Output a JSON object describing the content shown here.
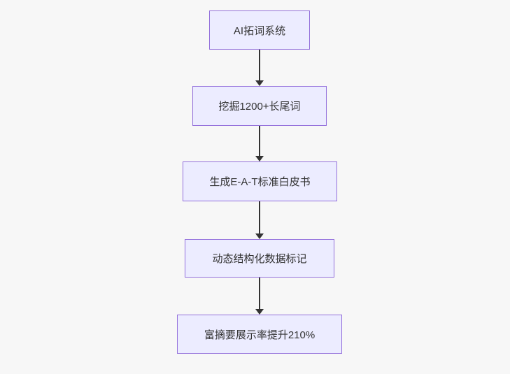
{
  "page": {
    "background_color": "#f7f7f7"
  },
  "flowchart": {
    "type": "flowchart",
    "direction": "top-down",
    "colors": {
      "node_fill": "#ECECFF",
      "node_border": "#9370DB",
      "edge": "#333333",
      "text": "#333333"
    },
    "nodes": [
      {
        "label": "AI拓词系统"
      },
      {
        "label": "挖掘1200+长尾词"
      },
      {
        "label": "生成E-A-T标准白皮书"
      },
      {
        "label": "动态结构化数据标记"
      },
      {
        "label": "富摘要展示率提升210%"
      }
    ],
    "edges": [
      {
        "from": "AI拓词系统",
        "to": "挖掘1200+长尾词"
      },
      {
        "from": "挖掘1200+长尾词",
        "to": "生成E-A-T标准白皮书"
      },
      {
        "from": "生成E-A-T标准白皮书",
        "to": "动态结构化数据标记"
      },
      {
        "from": "动态结构化数据标记",
        "to": "富摘要展示率提升210%"
      }
    ]
  }
}
